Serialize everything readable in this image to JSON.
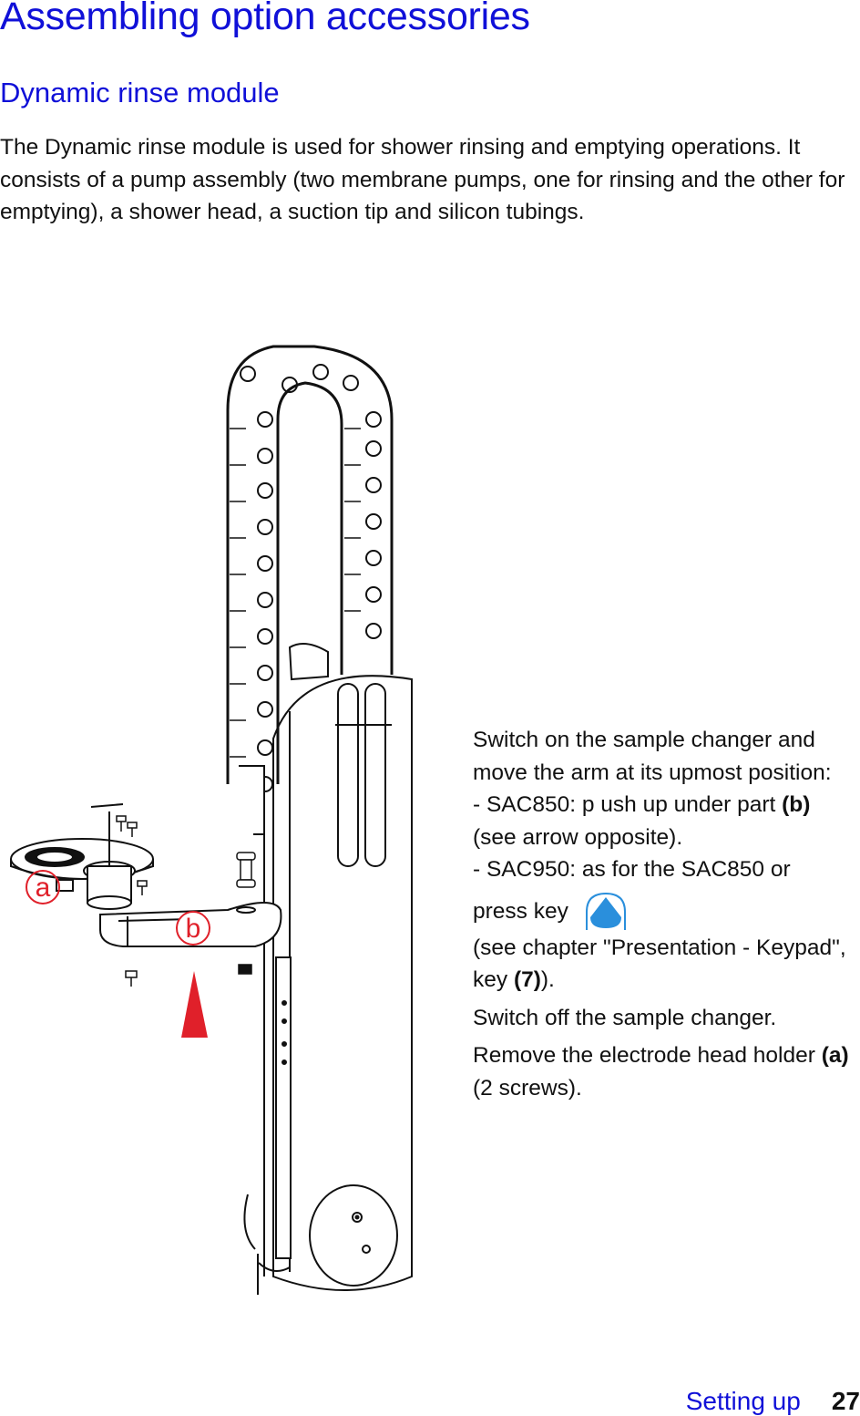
{
  "page": {
    "title": "Assembling option accessories",
    "subtitle": "Dynamic rinse module",
    "intro": "The Dynamic rinse module is used for shower rinsing and emptying operations. It consists of a pump assembly (two membrane pumps, one for rinsing and the other for emptying), a shower head, a suction tip and silicon tubings."
  },
  "figure": {
    "callout_a": "a",
    "callout_b": "b",
    "arrow_color": "#e0202a",
    "callout_color": "#e0202a"
  },
  "instructions": {
    "step1_line1": "Switch on the sample changer and move the arm at its upmost position:",
    "sac850_prefix": "- SAC850: p  ush up under part",
    "sac850_ref": "(b)",
    "sac850_suffix": " (see arrow opposite).",
    "sac950_text": "- SAC950: as for the SAC850 or",
    "press_key": "press key",
    "key_icon": "up-arrow-key-icon",
    "key_color": "#2a8fdc",
    "see_chapter": "(see chapter \"Presentation - Keypad\", key ",
    "key_ref": "(7)",
    "see_chapter_end": ").",
    "step2": "Switch off the sample changer.",
    "step3_prefix": "Remove the electrode head holder ",
    "step3_ref": "(a)",
    "step3_suffix": " (2 screws)."
  },
  "footer": {
    "section": "Setting up",
    "page_number": "27"
  }
}
